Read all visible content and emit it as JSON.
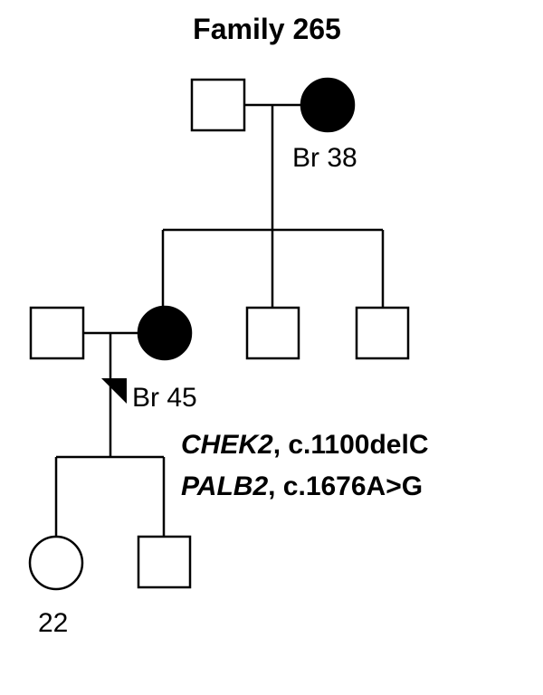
{
  "title": "Family 265",
  "individuals": {
    "gen1_mother_label": "Br 38",
    "gen2_daughter_label": "Br 45",
    "gen3_daughter_label": "22"
  },
  "variants": [
    {
      "gene": "CHEK2",
      "change": ", c.1100delC"
    },
    {
      "gene": "PALB2",
      "change": ", c.1676A>G"
    }
  ],
  "colors": {
    "affected": "#000000",
    "unaffected": "#ffffff",
    "line": "#000000"
  }
}
